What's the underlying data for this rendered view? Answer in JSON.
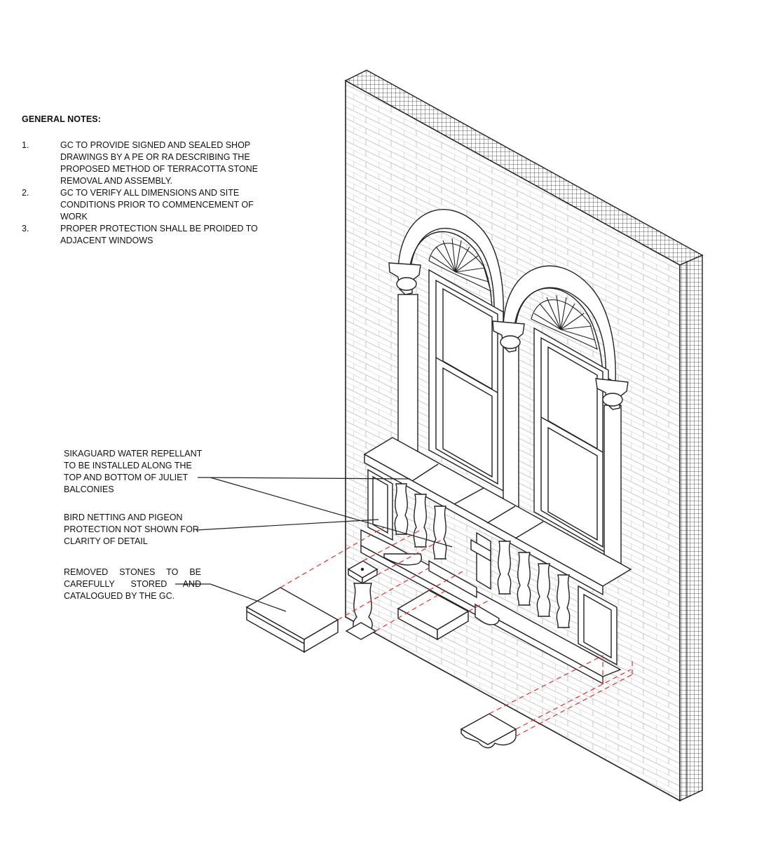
{
  "general_notes": {
    "title": "GENERAL NOTES:",
    "items": [
      {
        "num": "1.",
        "text": "GC TO PROVIDE SIGNED AND SEALED SHOP DRAWINGS BY A PE OR RA DESCRIBING THE PROPOSED METHOD OF TERRACOTTA STONE REMOVAL AND ASSEMBLY."
      },
      {
        "num": "2.",
        "text": "GC TO VERIFY ALL DIMENSIONS AND SITE CONDITIONS PRIOR TO COMMENCEMENT OF WORK"
      },
      {
        "num": "3.",
        "text": "PROPER PROTECTION SHALL BE PROIDED TO ADJACENT WINDOWS"
      }
    ]
  },
  "callouts": {
    "water_repellant": "SIKAGUARD WATER REPELLANT TO BE INSTALLED ALONG THE TOP AND BOTTOM OF JULIET BALCONIES",
    "bird_netting": "BIRD NETTING AND PIGEON PROTECTION NOT SHOWN FOR CLARITY OF DETAIL",
    "removed_stones": "REMOVED STONES TO BE CAREFULLY STORED AND CATALOGUED BY THE GC."
  },
  "colors": {
    "line": "#222222",
    "brick": "#bbbbbb",
    "dashed": "#e0302a"
  }
}
